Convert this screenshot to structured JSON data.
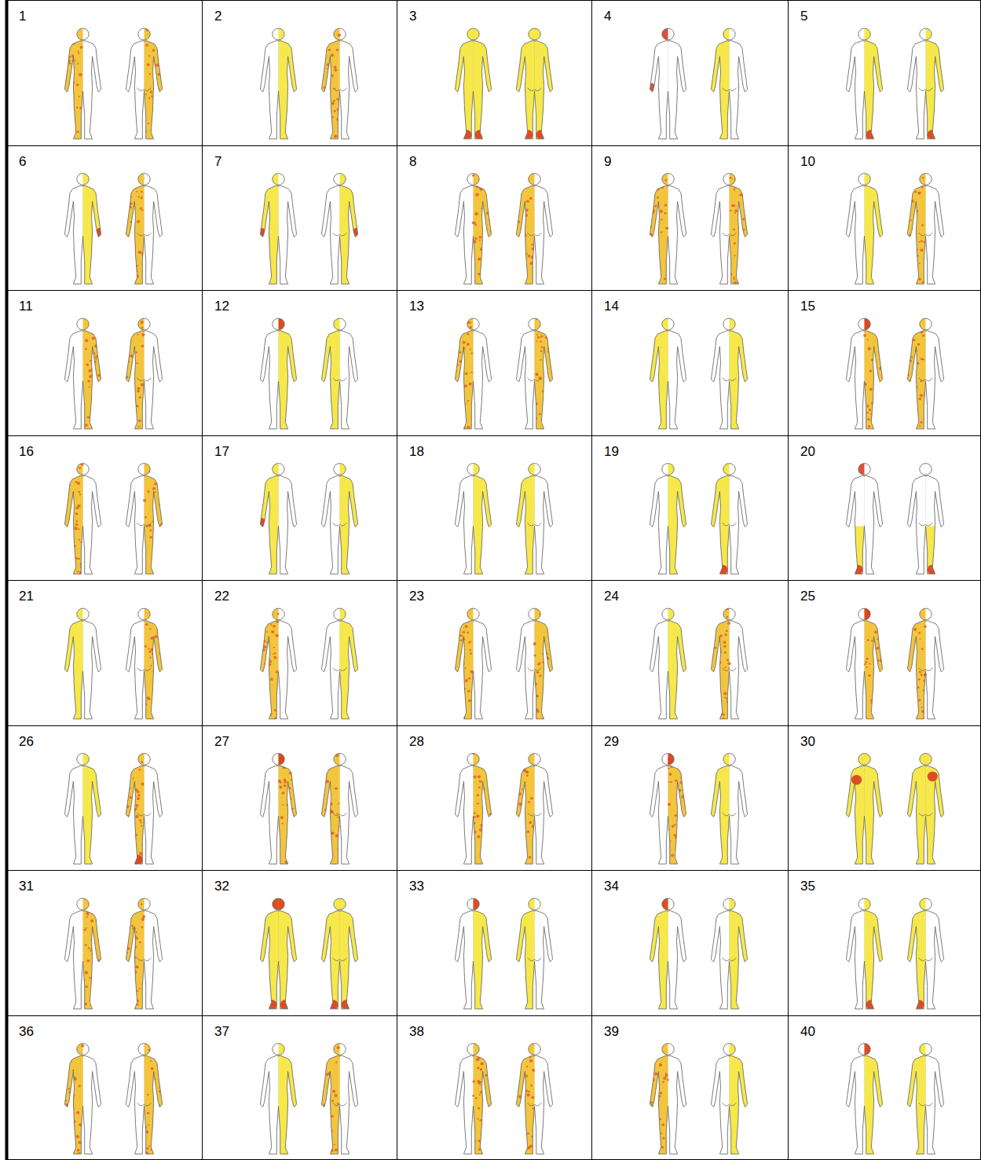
{
  "diagram": {
    "nodes": [
      {
        "text": [
          "1"
        ]
      },
      {
        "text": [
          "2"
        ]
      },
      {
        "text": [
          "3"
        ]
      },
      {
        "text": [
          "4"
        ]
      },
      {
        "text": [
          "5"
        ]
      },
      {
        "text": [
          "6"
        ]
      },
      {
        "text": [
          "7"
        ]
      },
      {
        "text": [
          "8"
        ]
      },
      {
        "text": [
          "9"
        ]
      },
      {
        "text": [
          "10"
        ]
      },
      {
        "text": [
          "11"
        ]
      },
      {
        "text": [
          "12"
        ]
      },
      {
        "text": [
          "13"
        ]
      },
      {
        "text": [
          "14"
        ]
      },
      {
        "text": [
          "15"
        ]
      },
      {
        "text": [
          "16"
        ]
      },
      {
        "text": [
          "17"
        ]
      },
      {
        "text": [
          "18"
        ]
      },
      {
        "text": [
          "19"
        ]
      },
      {
        "text": [
          "20"
        ]
      },
      {
        "text": [
          "21"
        ]
      },
      {
        "text": [
          "22"
        ]
      },
      {
        "text": [
          "23"
        ]
      },
      {
        "text": [
          "24"
        ]
      },
      {
        "text": [
          "25"
        ]
      },
      {
        "text": [
          "26"
        ]
      },
      {
        "text": [
          "27"
        ]
      },
      {
        "text": [
          "28"
        ]
      },
      {
        "text": [
          "29"
        ]
      },
      {
        "text": [
          "30"
        ]
      },
      {
        "text": [
          "31"
        ]
      },
      {
        "text": [
          "32"
        ]
      },
      {
        "text": [
          "33"
        ]
      },
      {
        "text": [
          "34"
        ]
      },
      {
        "text": [
          "35"
        ]
      },
      {
        "text": [
          "36"
        ]
      },
      {
        "text": [
          "37"
        ]
      },
      {
        "text": [
          "38"
        ]
      },
      {
        "text": [
          "39"
        ]
      },
      {
        "text": [
          "40"
        ]
      }
    ]
  }
}
